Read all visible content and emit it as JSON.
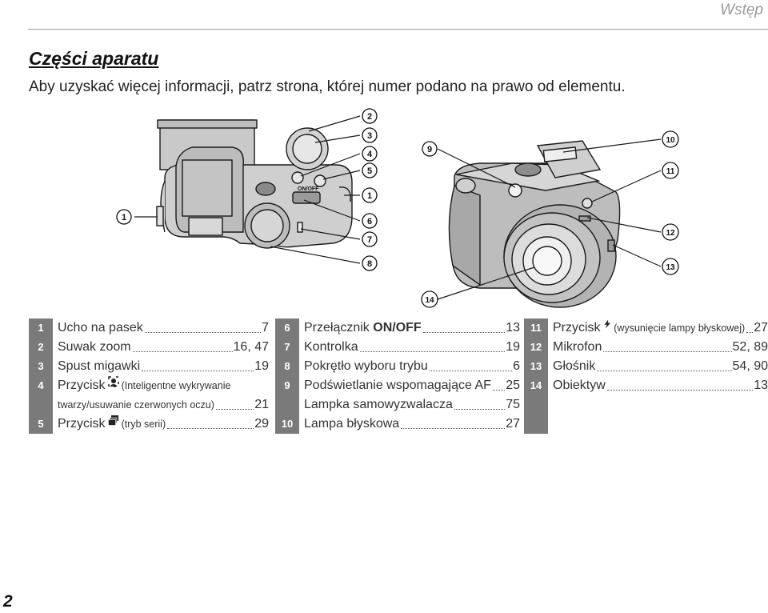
{
  "header": {
    "section": "Wstęp"
  },
  "title": "Części aparatu",
  "intro": "Aby uzyskać więcej informacji, patrz strona, której numer podano na prawo od elementu.",
  "callouts": {
    "c1": "1",
    "c2": "2",
    "c3": "3",
    "c4": "4",
    "c5": "5",
    "c6": "6",
    "c7": "7",
    "c8": "8",
    "c9": "9",
    "c10": "10",
    "c11": "11",
    "c12": "12",
    "c13": "13",
    "c14": "14"
  },
  "camera_marking": "ON/OFF",
  "items": [
    {
      "num": "1",
      "label": "Ucho na pasek",
      "pages": "7"
    },
    {
      "num": "2",
      "label": "Suwak zoom",
      "pages": "16, 47"
    },
    {
      "num": "3",
      "label": "Spust migawki",
      "pages": "19"
    },
    {
      "num": "4",
      "label": "Przycisk",
      "note": "(Inteligentne wykrywanie",
      "note2": "twarzy/usuwanie czerwonych oczu)",
      "pages": "21",
      "icon": "face-detection-icon"
    },
    {
      "num": "5",
      "label": "Przycisk",
      "note": "(tryb serii)",
      "pages": "29",
      "icon": "burst-mode-icon"
    },
    {
      "num": "6",
      "label": "Przełącznik",
      "bold": "ON/OFF",
      "pages": "13"
    },
    {
      "num": "7",
      "label": "Kontrolka",
      "pages": "19"
    },
    {
      "num": "8",
      "label": "Pokrętło wyboru trybu",
      "pages": "6"
    },
    {
      "num": "9",
      "label": "Podświetlanie wspomagające AF",
      "label2": "Lampka samowyzwalacza",
      "pages": "25",
      "pages2": "75"
    },
    {
      "num": "10",
      "label": "Lampa błyskowa",
      "pages": "27"
    },
    {
      "num": "11",
      "label": "Przycisk",
      "note": "(wysunięcie lampy błyskowej)",
      "pages": "27",
      "icon": "flash-icon"
    },
    {
      "num": "12",
      "label": "Mikrofon",
      "pages": "52, 89"
    },
    {
      "num": "13",
      "label": "Głośnik",
      "pages": "54, 90"
    },
    {
      "num": "14",
      "label": "Obiektyw",
      "pages": "13"
    }
  ],
  "page_number": "2"
}
